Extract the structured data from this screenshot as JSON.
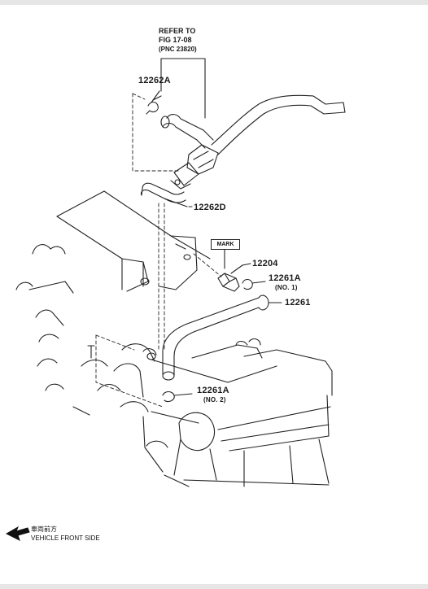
{
  "reference": {
    "line1": "REFER TO",
    "line2": "FIG 17-08",
    "line3": "(PNC 23820)"
  },
  "parts": {
    "p12262A": "12262A",
    "p12262D": "12262D",
    "p12204": "12204",
    "p12261A_1": "12261A",
    "p12261A_1_note": "(NO. 1)",
    "p12261": "12261",
    "p12261A_2": "12261A",
    "p12261A_2_note": "(NO. 2)"
  },
  "mark_label": "MARK",
  "direction": {
    "jp": "車両前方",
    "en": "VEHICLE FRONT SIDE"
  },
  "icons": {
    "arrow": "front-arrow-icon"
  }
}
